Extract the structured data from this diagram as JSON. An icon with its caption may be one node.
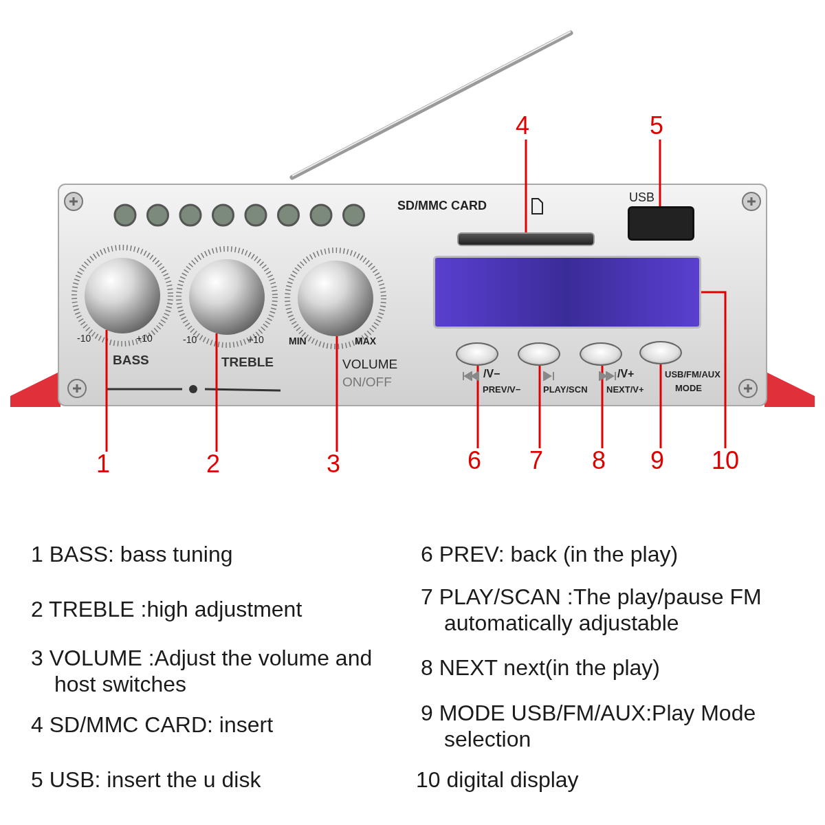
{
  "diagram": {
    "nodes": [
      {
        "text": [
          "4"
        ]
      },
      {
        "text": [
          "5"
        ]
      },
      {
        "text": [],
        "shape": "box"
      },
      {
        "text": [],
        "shape": "box"
      },
      {
        "text": [],
        "shape": "circle"
      },
      {
        "text": [],
        "shape": "circle"
      },
      {
        "text": [],
        "shape": "circle"
      },
      {
        "text": [],
        "shape": "box"
      },
      {
        "text": [],
        "shape": "circle"
      },
      {
        "text": [],
        "shape": "circle"
      },
      {
        "text": [],
        "shape": "circle"
      },
      {
        "text": [],
        "shape": "circle"
      },
      {
        "text": [
          "1"
        ]
      },
      {
        "text": [
          "2"
        ]
      },
      {
        "text": [
          "3"
        ]
      },
      {
        "text": [
          "6"
        ]
      },
      {
        "text": [
          "7"
        ]
      },
      {
        "text": [
          "8"
        ]
      },
      {
        "text": [
          "9"
        ]
      },
      {
        "text": [
          "10"
        ]
      }
    ],
    "edges": [
      {
        "from": 0,
        "to": 2,
        "arrow": "none"
      },
      {
        "from": 1,
        "to": 3,
        "arrow": "none"
      },
      {
        "from": 12,
        "to": 4,
        "arrow": "none"
      },
      {
        "from": 13,
        "to": 5,
        "arrow": "none"
      },
      {
        "from": 14,
        "to": 6,
        "arrow": "none"
      },
      {
        "from": 15,
        "to": 8,
        "arrow": "none"
      },
      {
        "from": 16,
        "to": 9,
        "arrow": "none"
      },
      {
        "from": 17,
        "to": 10,
        "arrow": "none"
      },
      {
        "from": 18,
        "to": 11,
        "arrow": "none"
      },
      {
        "from": 19,
        "to": 7,
        "arrow": "none"
      }
    ],
    "labels": [
      "SD/MMC CARD",
      "USB",
      "-10",
      "+10",
      "BASS",
      "-10",
      "+10",
      "TREBLE",
      "MIN",
      "MAX",
      "VOLUME",
      "ON/OFF",
      "/V−",
      "PREV/V−",
      "PLAY/SCN",
      "/V+",
      "NEXT/V+",
      "USB/FM/AUX",
      "MODE",
      "1 BASS: bass tuning",
      "2 TREBLE :high adjustment",
      "3 VOLUME :Adjust the volume and host switches",
      "4 SD/MMC CARD: insert",
      "5 USB: insert the u disk",
      "6 PREV: back (in the play)",
      "7 PLAY/SCAN :The play/pause FM automatically adjustable",
      "8 NEXT next(in the play)",
      "9 MODE USB/FM/AUX:Play Mode selection",
      "10 digital display"
    ]
  }
}
